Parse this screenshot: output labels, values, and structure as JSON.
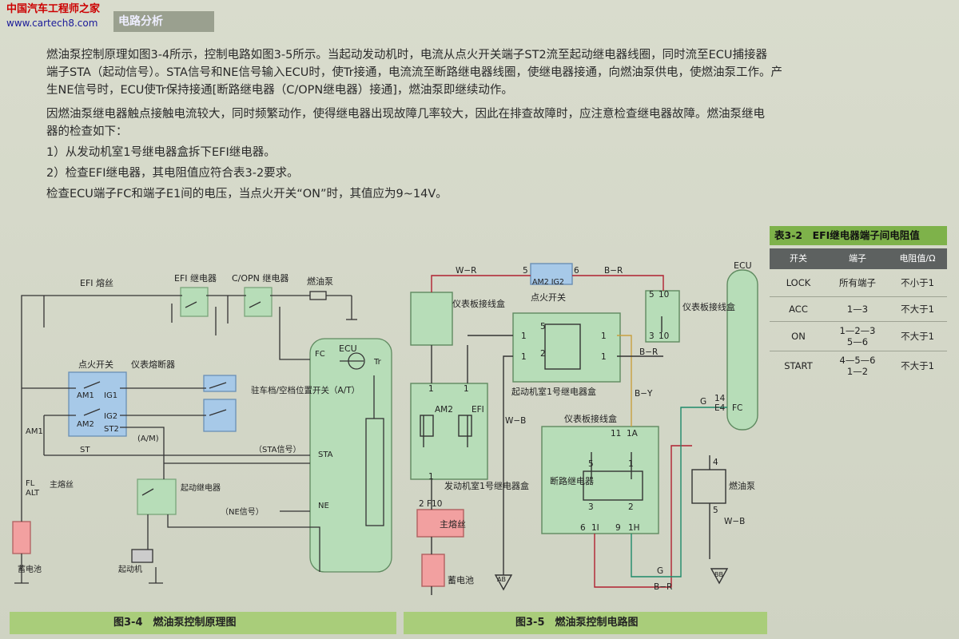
{
  "watermark": {
    "site_cn": "中国汽车工程师之家",
    "url": "www.cartech8.com"
  },
  "section_tab": "电路分析",
  "paragraphs": [
    "燃油泵控制原理如图3-4所示，控制电路如图3-5所示。当起动发动机时，电流从点火开关端子ST2流至起动继电器线圈，同时流至ECU捕接器",
    "端子STA（起动信号）。STA信号和NE信号输入ECU时，使Tr接通，电流流至断路继电器线圈，使继电器接通，向燃油泵供电，使燃油泵工作。产",
    "生NE信号时，ECU使Tr保持接通[断路继电器（C/OPN继电器）接通]，燃油泵即继续动作。",
    "因燃油泵继电器触点接触电流较大，同时频繁动作，使得继电器出现故障几率较大，因此在排查故障时，应注意检查继电器故障。燃油泵继电",
    "器的检查如下：",
    "1）从发动机室1号继电器盒拆下EFI继电器。",
    "2）检查EFI继电器，其电阻值应符合表3-2要求。",
    "检查ECU端子FC和端子E1间的电压，当点火开关“ON”时，其值应为9~14V。"
  ],
  "table": {
    "title": "表3-2　EFI继电器端子间电阻值",
    "headers": [
      "开关",
      "端子",
      "电阻值/Ω"
    ],
    "rows": [
      {
        "switch": "LOCK",
        "terminals": [
          "所有端子"
        ],
        "value": "不小于1"
      },
      {
        "switch": "ACC",
        "terminals": [
          "1—3"
        ],
        "value": "不大于1"
      },
      {
        "switch": "ON",
        "terminals": [
          "1—2—3",
          "5—6"
        ],
        "value": "不大于1"
      },
      {
        "switch": "START",
        "terminals": [
          "4—5—6",
          "1—2"
        ],
        "value": "不大于1"
      }
    ]
  },
  "fig34": {
    "caption": "图3-4　燃油泵控制原理图",
    "labels": {
      "efi_fuse": "EFI 熔丝",
      "efi_relay": "EFI 继电器",
      "copn_relay": "C/OPN 继电器",
      "fuel_pump": "燃油泵",
      "ecu": "ECU",
      "fc": "FC",
      "tr": "Tr",
      "ign_switch": "点火开关",
      "panel_fuse": "仪表熔断器",
      "am1": "AM1",
      "ig1": "IG1",
      "am2": "AM2",
      "ig2": "IG2",
      "st2": "ST2",
      "park_switch": "驻车档/空档位置开关（A/T）",
      "am": "(A/M)",
      "am1_fuse": "AM1",
      "st": "ST",
      "sta_signal": "（STA信号）",
      "sta": "STA",
      "fl": "FL",
      "alt": "ALT",
      "main_fuse": "主熔丝",
      "start_relay": "起动继电器",
      "ne_signal": "（NE信号）",
      "ne": "NE",
      "battery": "蓄电池",
      "starter": "起动机"
    }
  },
  "fig35": {
    "caption": "图3-5　燃油泵控制电路图",
    "labels": {
      "wr": "W−R",
      "pin5": "5",
      "pin6": "6",
      "am2ig2": "AM2 IG2",
      "br_top": "B−R",
      "panel_box_left": "仪表板接线盒",
      "ign_switch": "点火开关",
      "panel_box_right": "仪表板接线盒",
      "c5_10": "5",
      "c10a": "10",
      "c3_10": "3",
      "c10b": "10",
      "ecu": "ECU",
      "r5": "5",
      "r1a": "1",
      "r1b": "1",
      "r2": "2",
      "r1c": "1",
      "r1d": "1",
      "br_mid": "B−R",
      "engine_box1": "起动机室1号继电器盒",
      "by": "B−Y",
      "g": "G",
      "fc14": "14",
      "e4": "E4",
      "fc": "FC",
      "e1a": "1",
      "e1b": "1",
      "am2": "AM2",
      "efi": "EFI",
      "wb_left": "W−B",
      "panel_box_mid": "仪表板接线盒",
      "c11": "11",
      "c1a": "1A",
      "s5": "5",
      "s1": "1",
      "cutoff_relay": "断路继电器",
      "s3": "3",
      "s2": "2",
      "c6": "6",
      "c1i": "1I",
      "c9": "9",
      "c1h": "1H",
      "e1c": "1",
      "engine_box2": "发动机室1号继电器盒",
      "pin2": "2",
      "f10": "F10",
      "main_fuse": "主熔丝",
      "battery": "蓄电池",
      "ab": "AB",
      "pump4": "4",
      "fuel_pump": "燃油泵",
      "pump5": "5",
      "wb_right": "W−B",
      "g_bottom": "G",
      "br_bottom": "B−R",
      "bb": "BB"
    }
  },
  "colors": {
    "green_box": "#b7ddb8",
    "blue_box": "#a7c9e8",
    "pink_box": "#f2a0a0",
    "red_wire": "#b02030",
    "green_wire": "#1e8a6a",
    "yellow_wire": "#c8a040",
    "caption_bar": "#a9cd7a"
  }
}
